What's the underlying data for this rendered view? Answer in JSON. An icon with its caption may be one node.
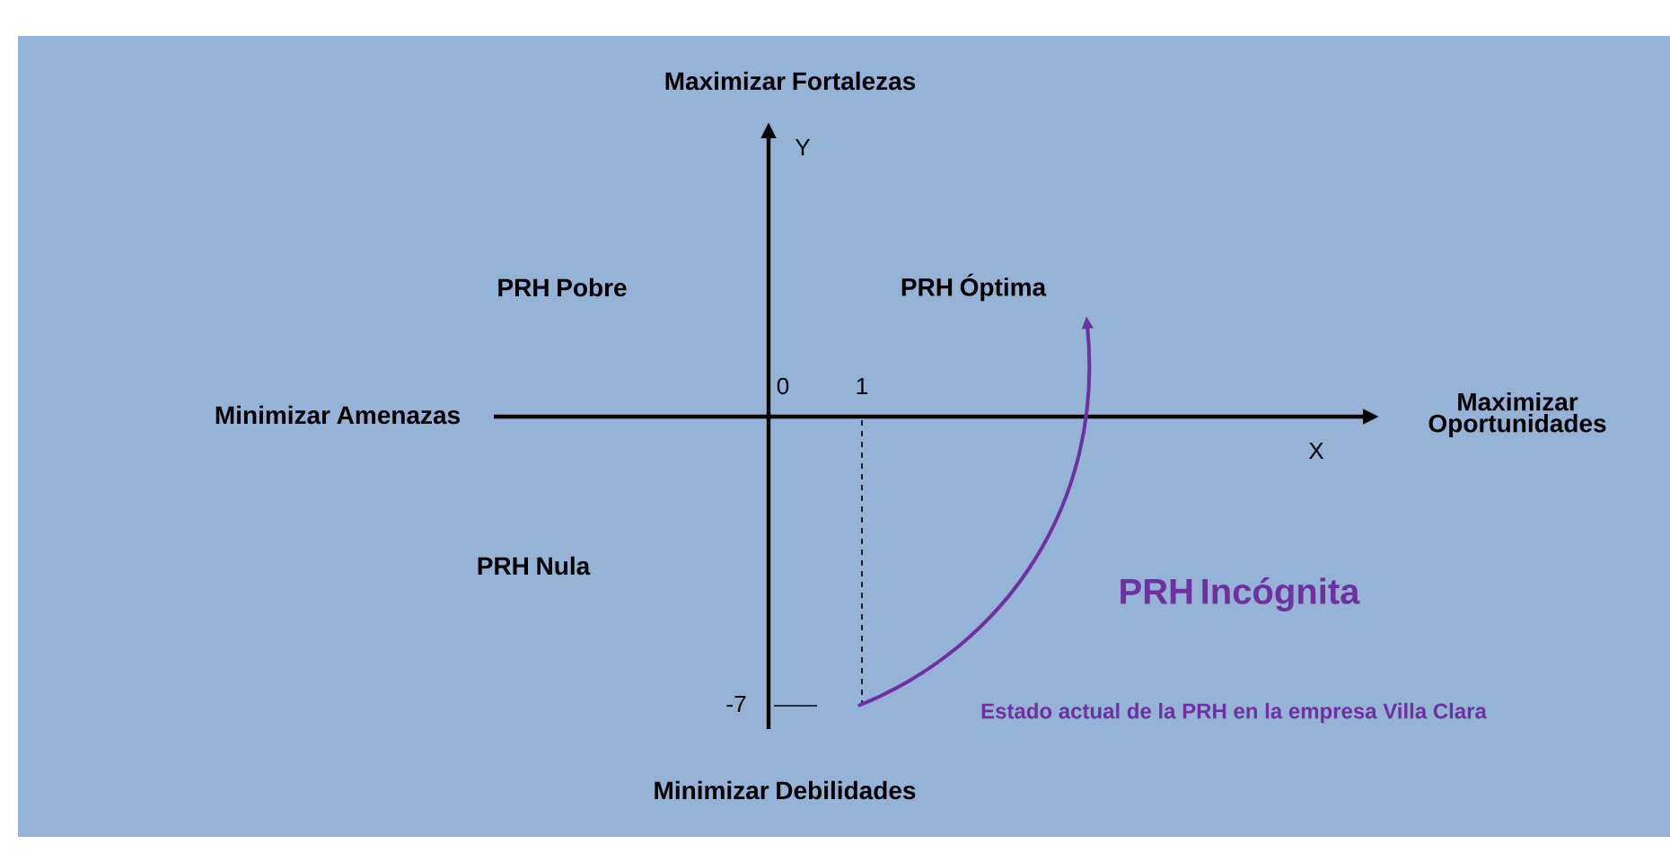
{
  "diagram": {
    "labels": [
      "Maximizar Fortalezas",
      "Y",
      "PRH Pobre",
      "PRH Óptima",
      "0",
      "1",
      "Minimizar Amenazas",
      "Maximizar Oportunidades",
      "X",
      "PRH Nula",
      "PRH Incógnita",
      "-7",
      "Estado actual de la PRH en la empresa Villa Clara",
      "Minimizar Debilidades"
    ]
  }
}
